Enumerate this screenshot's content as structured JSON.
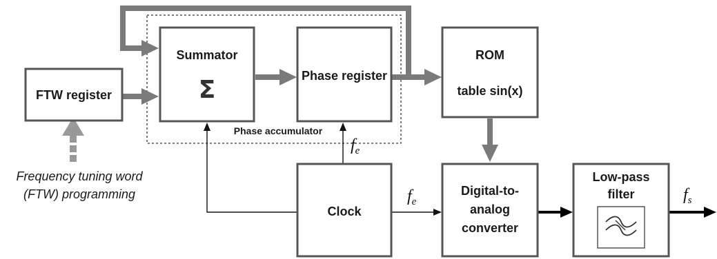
{
  "blocks": {
    "ftw": "FTW register",
    "summator": "Summator",
    "summator_symbol": "Σ",
    "phase_register": "Phase register",
    "rom_line1": "ROM",
    "rom_line2": "table sin(x)",
    "clock": "Clock",
    "dac_line1": "Digital-to-",
    "dac_line2": "analog",
    "dac_line3": "converter",
    "lpf_line1": "Low-pass",
    "lpf_line2": "filter"
  },
  "group_label": "Phase accumulator",
  "programming_note_line1": "Frequency tuning word",
  "programming_note_line2": "(FTW) programming",
  "signals": {
    "fe_symbol": "f",
    "fe_subscript": "e",
    "fs_symbol": "f",
    "fs_subscript": "s"
  },
  "icons": [
    "filter-waves-icon",
    "sigma-icon"
  ]
}
